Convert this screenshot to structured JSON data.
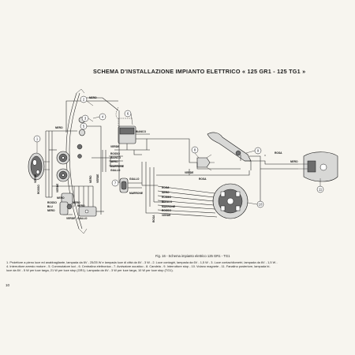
{
  "title": "SCHEMA D'INSTALLAZIONE IMPIANTO ELETTRICO « 125 GR1 - 125 TG1 »",
  "caption": "Fig. 16 - Schema impianto elettrico 125 GR1 - TG1",
  "legend": [
    "1. Proiettore a pieno luce ed anabbagliante, lampada da 6V - 25/25 W e lampada luce di città da 6V - 3 W - 2. Luce contagiri, lampada da 6V - 1,5 W - 3. Luce contachilometri, lampada da 6V - 1,5 W -",
    "4. Interruttore arresto motore - 5. Commutatore luci - 6. Centralina elettronica - 7. Avvisatore acustico - 8. Candela - 9. Interruttore stop - 10. Volano magnete - 11. Fanalino posteriore, lampada bi-",
    "luce da 6V - 5 W per luce targa, 21 W per luce stop (GR1). Lampada da 6V - 3 W per luce targa, 10 W per luce stop (TG1)."
  ],
  "page_number": "10",
  "callouts": [
    "1",
    "2",
    "3",
    "4",
    "5",
    "6",
    "7",
    "8",
    "9",
    "10",
    "11"
  ],
  "wire_labels": {
    "nero_top": "NERO",
    "nero_left": "NERO",
    "verde_left": "VERDE",
    "verde_mid": "VERDE",
    "rosso_left": "ROSSO",
    "rosso_small": "ROSSO",
    "blu": "BLU",
    "nero_bot1": "NERO",
    "nero_bot2": "NERO",
    "nero_sw": "NERO",
    "nero_sw2": "NERO",
    "giallo_sw": "GIALLO",
    "verde_sw": "VERDE",
    "bianco_box": "BIANCO",
    "verde_box": "VERDE",
    "rosso_c1": "ROSSO",
    "bianco_c1": "BIANCO",
    "nero_c1": "NERO",
    "marrone_c1": "MARRONE",
    "giallo_c1": "GIALLO",
    "verde_c2": "VERDE",
    "nero_c2": "NERO",
    "rosso_right": "ROSA",
    "nero_right": "NERO",
    "verde_plug": "VERDE",
    "rosa_plug": "ROSA",
    "giallo_mid": "GIALLO",
    "marrone_mid": "MARRONE",
    "rosa_f": "ROSA",
    "nero_f": "NERO",
    "rosso_f": "ROSSO",
    "bianco_f": "BIANCO",
    "marrone_f": "MARRONE",
    "rosso_f2": "ROSSO",
    "verde_f": "VERDE",
    "rosa_v": "ROSA"
  }
}
